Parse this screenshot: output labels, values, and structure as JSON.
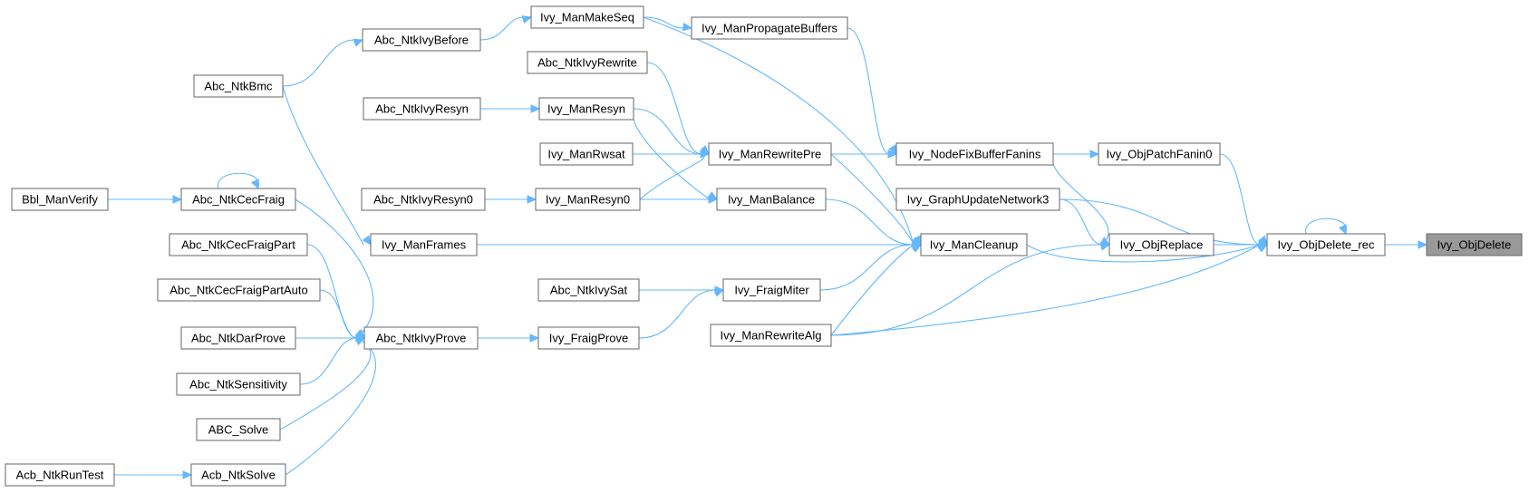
{
  "diagram": {
    "colors": {
      "edge": "#63b8ff",
      "node_border": "#666666",
      "node_fill": "#ffffff",
      "target_fill": "#999999"
    },
    "nodes": [
      {
        "id": "Ivy_ObjDelete",
        "label": "Ivy_ObjDelete",
        "highlight": true
      },
      {
        "id": "Ivy_ObjDelete_rec",
        "label": "Ivy_ObjDelete_rec"
      },
      {
        "id": "Ivy_ObjPatchFanin0",
        "label": "Ivy_ObjPatchFanin0"
      },
      {
        "id": "Ivy_ObjReplace",
        "label": "Ivy_ObjReplace"
      },
      {
        "id": "Ivy_NodeFixBufferFanins",
        "label": "Ivy_NodeFixBufferFanins"
      },
      {
        "id": "Ivy_GraphUpdateNetwork3",
        "label": "Ivy_GraphUpdateNetwork3"
      },
      {
        "id": "Ivy_ManCleanup",
        "label": "Ivy_ManCleanup"
      },
      {
        "id": "Ivy_ManRewriteAlg",
        "label": "Ivy_ManRewriteAlg"
      },
      {
        "id": "Ivy_ManPropagateBuffers",
        "label": "Ivy_ManPropagateBuffers"
      },
      {
        "id": "Ivy_ManRewritePre",
        "label": "Ivy_ManRewritePre"
      },
      {
        "id": "Ivy_ManBalance",
        "label": "Ivy_ManBalance"
      },
      {
        "id": "Ivy_FraigMiter",
        "label": "Ivy_FraigMiter"
      },
      {
        "id": "Ivy_ManMakeSeq",
        "label": "Ivy_ManMakeSeq"
      },
      {
        "id": "Abc_NtkIvyRewrite",
        "label": "Abc_NtkIvyRewrite"
      },
      {
        "id": "Ivy_ManResyn",
        "label": "Ivy_ManResyn"
      },
      {
        "id": "Ivy_ManRwsat",
        "label": "Ivy_ManRwsat"
      },
      {
        "id": "Ivy_ManResyn0",
        "label": "Ivy_ManResyn0"
      },
      {
        "id": "Ivy_ManFrames",
        "label": "Ivy_ManFrames"
      },
      {
        "id": "Abc_NtkIvySat",
        "label": "Abc_NtkIvySat"
      },
      {
        "id": "Ivy_FraigProve",
        "label": "Ivy_FraigProve"
      },
      {
        "id": "Abc_NtkIvyBefore",
        "label": "Abc_NtkIvyBefore"
      },
      {
        "id": "Abc_NtkIvyResyn",
        "label": "Abc_NtkIvyResyn"
      },
      {
        "id": "Abc_NtkIvyResyn0",
        "label": "Abc_NtkIvyResyn0"
      },
      {
        "id": "Abc_NtkIvyProve",
        "label": "Abc_NtkIvyProve"
      },
      {
        "id": "Abc_NtkBmc",
        "label": "Abc_NtkBmc"
      },
      {
        "id": "Abc_NtkCecFraig",
        "label": "Abc_NtkCecFraig"
      },
      {
        "id": "Abc_NtkCecFraigPart",
        "label": "Abc_NtkCecFraigPart"
      },
      {
        "id": "Abc_NtkCecFraigPartAuto",
        "label": "Abc_NtkCecFraigPartAuto"
      },
      {
        "id": "Abc_NtkDarProve",
        "label": "Abc_NtkDarProve"
      },
      {
        "id": "Abc_NtkSensitivity",
        "label": "Abc_NtkSensitivity"
      },
      {
        "id": "ABC_Solve",
        "label": "ABC_Solve"
      },
      {
        "id": "Acb_NtkSolve",
        "label": "Acb_NtkSolve"
      },
      {
        "id": "Bbl_ManVerify",
        "label": "Bbl_ManVerify"
      },
      {
        "id": "Acb_NtkRunTest",
        "label": "Acb_NtkRunTest"
      }
    ],
    "edges": [
      {
        "from": "Ivy_ObjDelete_rec",
        "to": "Ivy_ObjDelete"
      },
      {
        "from": "Ivy_ObjDelete_rec",
        "to": "Ivy_ObjDelete_rec"
      },
      {
        "from": "Ivy_ObjPatchFanin0",
        "to": "Ivy_ObjDelete_rec"
      },
      {
        "from": "Ivy_ObjReplace",
        "to": "Ivy_ObjDelete_rec"
      },
      {
        "from": "Ivy_GraphUpdateNetwork3",
        "to": "Ivy_ObjDelete_rec"
      },
      {
        "from": "Ivy_ManCleanup",
        "to": "Ivy_ObjDelete_rec"
      },
      {
        "from": "Ivy_ManRewriteAlg",
        "to": "Ivy_ObjDelete_rec"
      },
      {
        "from": "Ivy_NodeFixBufferFanins",
        "to": "Ivy_ObjPatchFanin0"
      },
      {
        "from": "Ivy_NodeFixBufferFanins",
        "to": "Ivy_ObjReplace"
      },
      {
        "from": "Ivy_GraphUpdateNetwork3",
        "to": "Ivy_ObjReplace"
      },
      {
        "from": "Ivy_ManRewriteAlg",
        "to": "Ivy_ObjReplace"
      },
      {
        "from": "Ivy_ManPropagateBuffers",
        "to": "Ivy_NodeFixBufferFanins"
      },
      {
        "from": "Ivy_ManRewritePre",
        "to": "Ivy_NodeFixBufferFanins"
      },
      {
        "from": "Ivy_ManMakeSeq",
        "to": "Ivy_ManCleanup"
      },
      {
        "from": "Ivy_ManRewritePre",
        "to": "Ivy_ManCleanup"
      },
      {
        "from": "Ivy_ManBalance",
        "to": "Ivy_ManCleanup"
      },
      {
        "from": "Ivy_ManFrames",
        "to": "Ivy_ManCleanup"
      },
      {
        "from": "Ivy_FraigMiter",
        "to": "Ivy_ManCleanup"
      },
      {
        "from": "Ivy_ManRewriteAlg",
        "to": "Ivy_ManCleanup"
      },
      {
        "from": "Ivy_ManMakeSeq",
        "to": "Ivy_ManPropagateBuffers"
      },
      {
        "from": "Abc_NtkIvyRewrite",
        "to": "Ivy_ManRewritePre"
      },
      {
        "from": "Ivy_ManResyn",
        "to": "Ivy_ManRewritePre"
      },
      {
        "from": "Ivy_ManRwsat",
        "to": "Ivy_ManRewritePre"
      },
      {
        "from": "Ivy_ManResyn0",
        "to": "Ivy_ManRewritePre"
      },
      {
        "from": "Ivy_ManResyn",
        "to": "Ivy_ManBalance"
      },
      {
        "from": "Ivy_ManResyn0",
        "to": "Ivy_ManBalance"
      },
      {
        "from": "Abc_NtkIvySat",
        "to": "Ivy_FraigMiter"
      },
      {
        "from": "Ivy_FraigProve",
        "to": "Ivy_FraigMiter"
      },
      {
        "from": "Abc_NtkIvyBefore",
        "to": "Ivy_ManMakeSeq"
      },
      {
        "from": "Abc_NtkIvyResyn",
        "to": "Ivy_ManResyn"
      },
      {
        "from": "Abc_NtkIvyResyn0",
        "to": "Ivy_ManResyn0"
      },
      {
        "from": "Abc_NtkBmc",
        "to": "Ivy_ManFrames"
      },
      {
        "from": "Abc_NtkIvyProve",
        "to": "Ivy_FraigProve"
      },
      {
        "from": "Abc_NtkBmc",
        "to": "Abc_NtkIvyBefore"
      },
      {
        "from": "Abc_NtkCecFraig",
        "to": "Abc_NtkIvyProve"
      },
      {
        "from": "Abc_NtkCecFraigPart",
        "to": "Abc_NtkIvyProve"
      },
      {
        "from": "Abc_NtkCecFraigPartAuto",
        "to": "Abc_NtkIvyProve"
      },
      {
        "from": "Abc_NtkDarProve",
        "to": "Abc_NtkIvyProve"
      },
      {
        "from": "Abc_NtkSensitivity",
        "to": "Abc_NtkIvyProve"
      },
      {
        "from": "ABC_Solve",
        "to": "Abc_NtkIvyProve"
      },
      {
        "from": "Acb_NtkSolve",
        "to": "Abc_NtkIvyProve"
      },
      {
        "from": "Abc_NtkCecFraig",
        "to": "Abc_NtkCecFraig"
      },
      {
        "from": "Bbl_ManVerify",
        "to": "Abc_NtkCecFraig"
      },
      {
        "from": "Acb_NtkRunTest",
        "to": "Acb_NtkSolve"
      }
    ]
  }
}
